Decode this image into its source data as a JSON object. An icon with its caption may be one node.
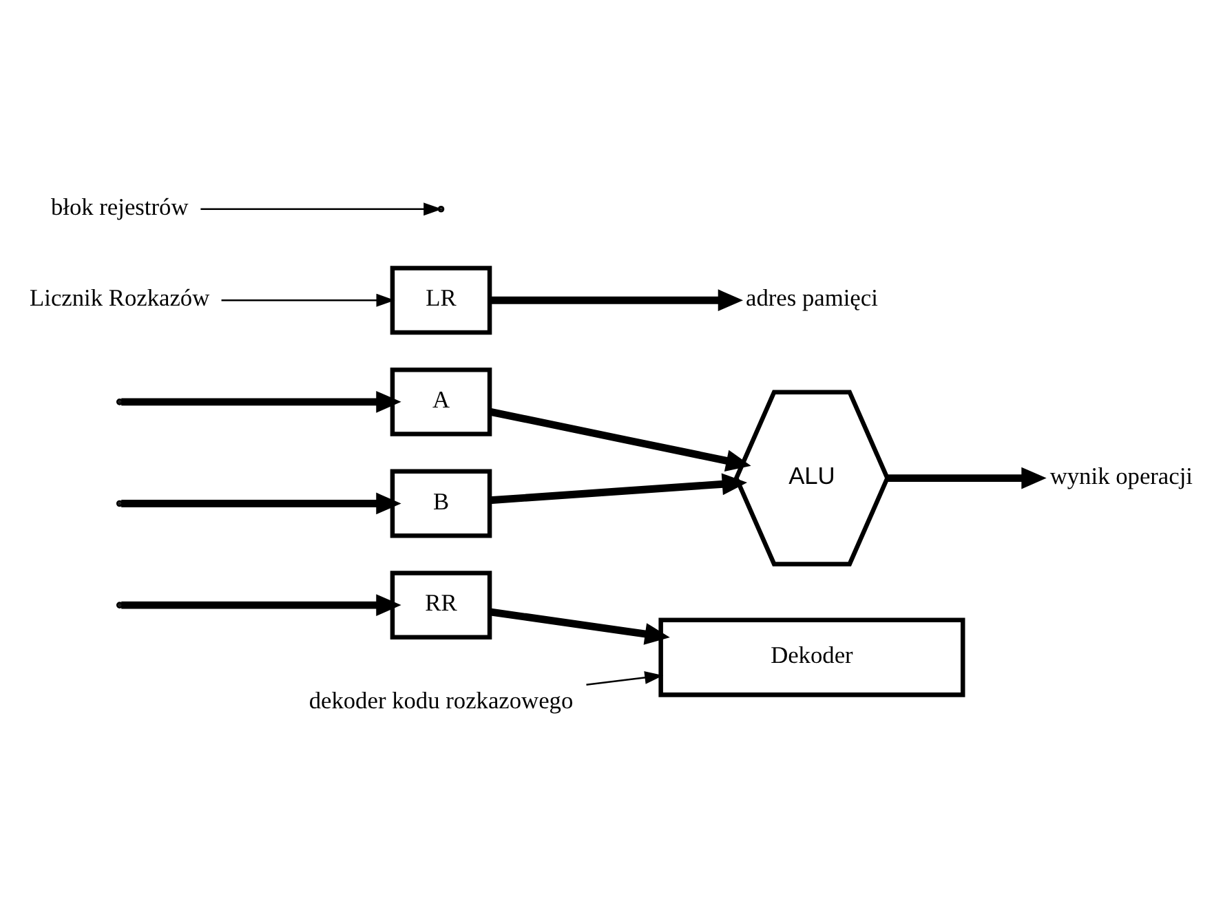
{
  "diagram": {
    "nodes": [
      {
        "text": [
          "Licznik Rozkazów"
        ]
      },
      {
        "text": [
          "LR"
        ]
      },
      {
        "text": [
          "adres pamięci"
        ]
      },
      {
        "text": [
          "A"
        ]
      },
      {
        "text": [
          "B"
        ]
      },
      {
        "text": [
          "ALU"
        ]
      },
      {
        "text": [
          "wynik operacji"
        ]
      },
      {
        "text": [
          "RR"
        ]
      },
      {
        "text": [
          "Dekoder"
        ]
      },
      {
        "text": [
          "błok rejestrów"
        ]
      },
      {
        "text": [
          "dekoder kodu rozkazowego"
        ]
      }
    ],
    "edges": [
      {
        "from": 0,
        "to": 1,
        "arrow": "to"
      },
      {
        "from": 1,
        "to": 2,
        "arrow": "to"
      },
      {
        "from": null,
        "to": 3,
        "arrow": "to"
      },
      {
        "from": null,
        "to": 4,
        "arrow": "to"
      },
      {
        "from": null,
        "to": 7,
        "arrow": "to"
      },
      {
        "from": 3,
        "to": 5,
        "arrow": "to"
      },
      {
        "from": 4,
        "to": 5,
        "arrow": "to"
      },
      {
        "from": 5,
        "to": 6,
        "arrow": "to"
      },
      {
        "from": 7,
        "to": 8,
        "arrow": "to"
      },
      {
        "from": 9,
        "to": null,
        "arrow": "to"
      },
      {
        "from": 10,
        "to": 8,
        "arrow": "to"
      }
    ]
  }
}
